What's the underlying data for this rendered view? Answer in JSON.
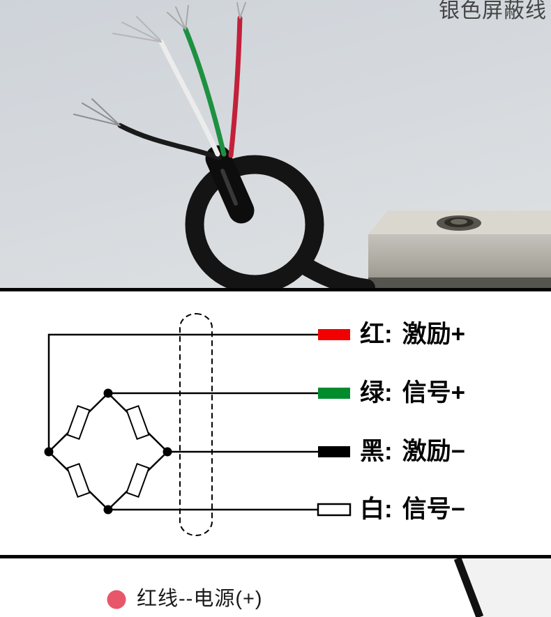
{
  "photo": {
    "caption": "银色屏蔽线"
  },
  "diagram": {
    "wires": [
      {
        "name": "红:",
        "desc": "激励+",
        "fill": "#f20000"
      },
      {
        "name": "绿:",
        "desc": "信号+",
        "fill": "#008c2d"
      },
      {
        "name": "黑:",
        "desc": "激励−",
        "fill": "#000000"
      },
      {
        "name": "白:",
        "desc": "信号−",
        "fill": "#ffffff"
      }
    ]
  },
  "legend": {
    "bullet_color": "#e8566a",
    "label": "红线--电源(+)"
  }
}
